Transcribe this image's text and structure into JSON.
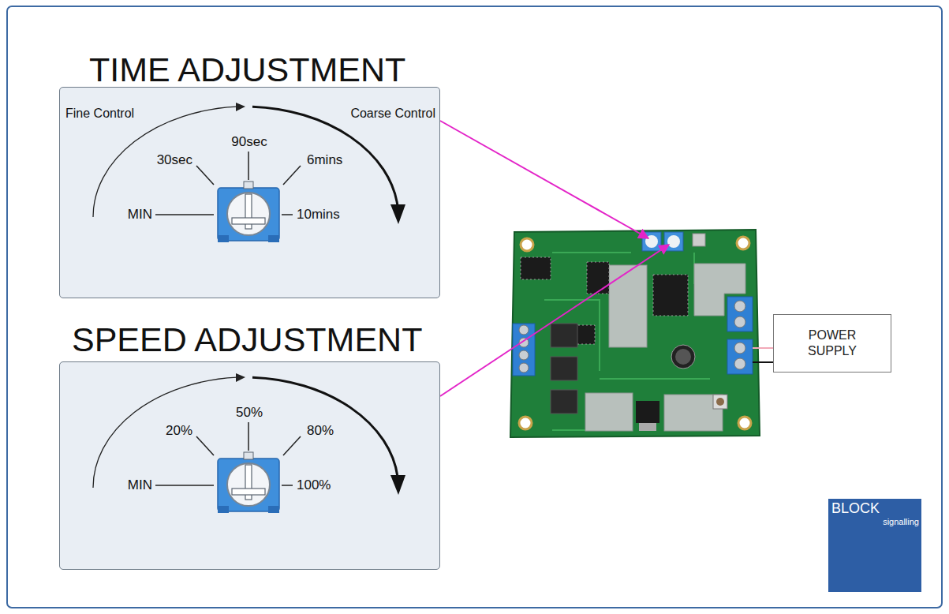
{
  "diagram": {
    "nodes": [
      {
        "text": [
          "TIME ADJUSTMENT",
          "Fine Control",
          "Coarse Control",
          "30sec",
          "90sec",
          "6mins",
          "MIN",
          "10mins"
        ]
      },
      {
        "text": [
          "SPEED ADJUSTMENT",
          "20%",
          "50%",
          "80%",
          "MIN",
          "100%"
        ]
      },
      {
        "text": [
          "POWER SUPPLY"
        ]
      },
      {
        "text": [
          "BLOCK",
          "signalling"
        ]
      }
    ]
  }
}
